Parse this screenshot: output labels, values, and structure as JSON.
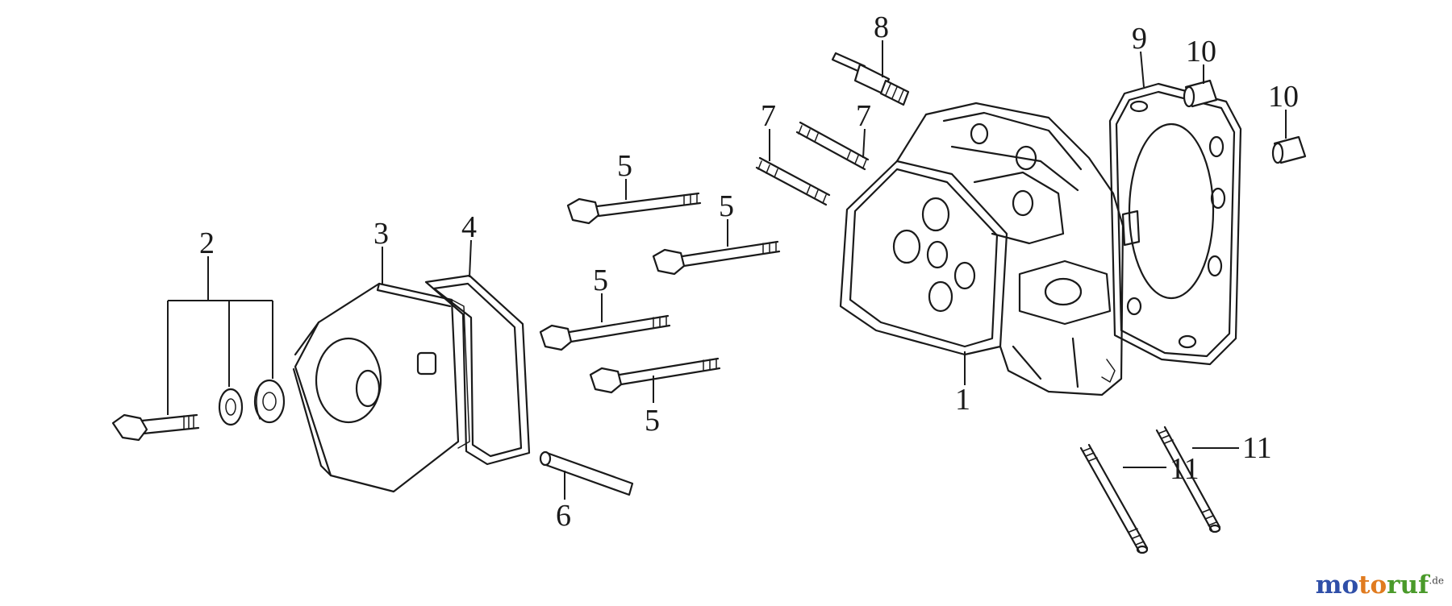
{
  "callouts": {
    "c1": "1",
    "c2": "2",
    "c3": "3",
    "c4": "4",
    "c5a": "5",
    "c5b": "5",
    "c5c": "5",
    "c5d": "5",
    "c6": "6",
    "c7a": "7",
    "c7b": "7",
    "c8": "8",
    "c9": "9",
    "c10a": "10",
    "c10b": "10",
    "c11a": "11",
    "c11b": "11"
  },
  "watermark": {
    "text": "motoruf",
    "tld": ".de",
    "colors": [
      "#2f4fa8",
      "#e07b1f",
      "#4a9a2a"
    ]
  }
}
